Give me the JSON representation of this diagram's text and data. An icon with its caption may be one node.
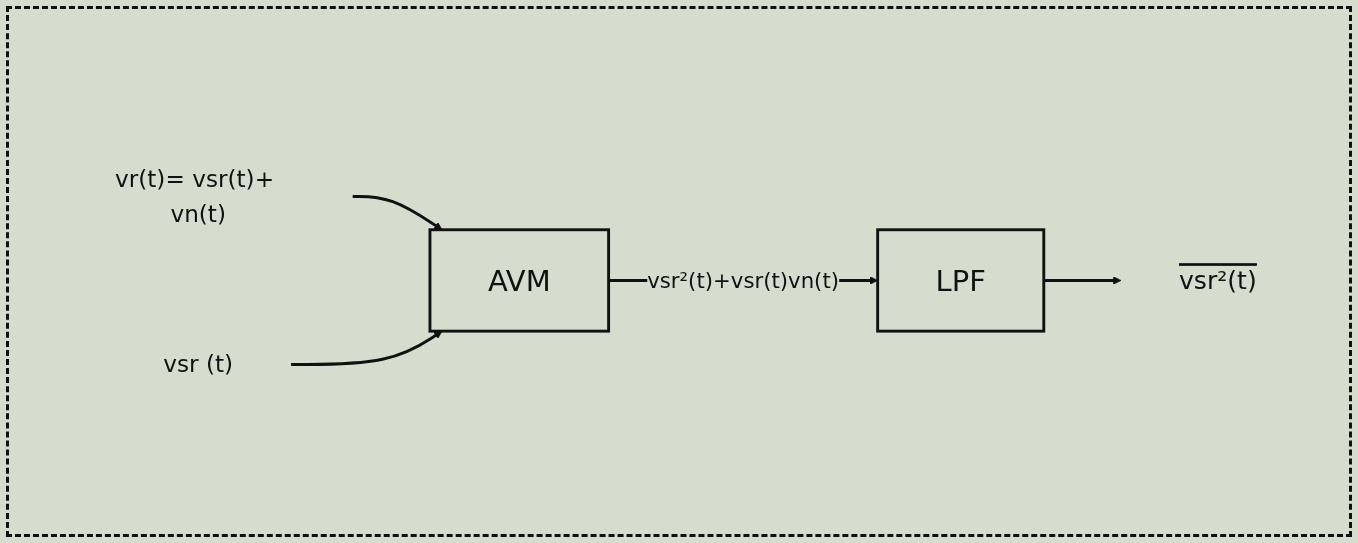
{
  "diagram": {
    "nodes": [
      {
        "text": [
          "vr(t)= vsr(t)+ vn(t)"
        ]
      },
      {
        "text": [
          "AVM"
        ]
      },
      {
        "text": [
          "vsr (t)"
        ]
      },
      {
        "text": [
          "LPF"
        ]
      },
      {
        "text": [
          "vsr²(t)"
        ]
      }
    ],
    "edges": [
      {
        "from": 0,
        "to": 1,
        "arrow": "to"
      },
      {
        "from": 2,
        "to": 1,
        "arrow": "to"
      },
      {
        "from": 1,
        "to": 3,
        "arrow": "to",
        "label": "vsr²(t)+vsr(t)vn(t)"
      },
      {
        "from": 3,
        "to": 4,
        "arrow": "to"
      }
    ]
  }
}
